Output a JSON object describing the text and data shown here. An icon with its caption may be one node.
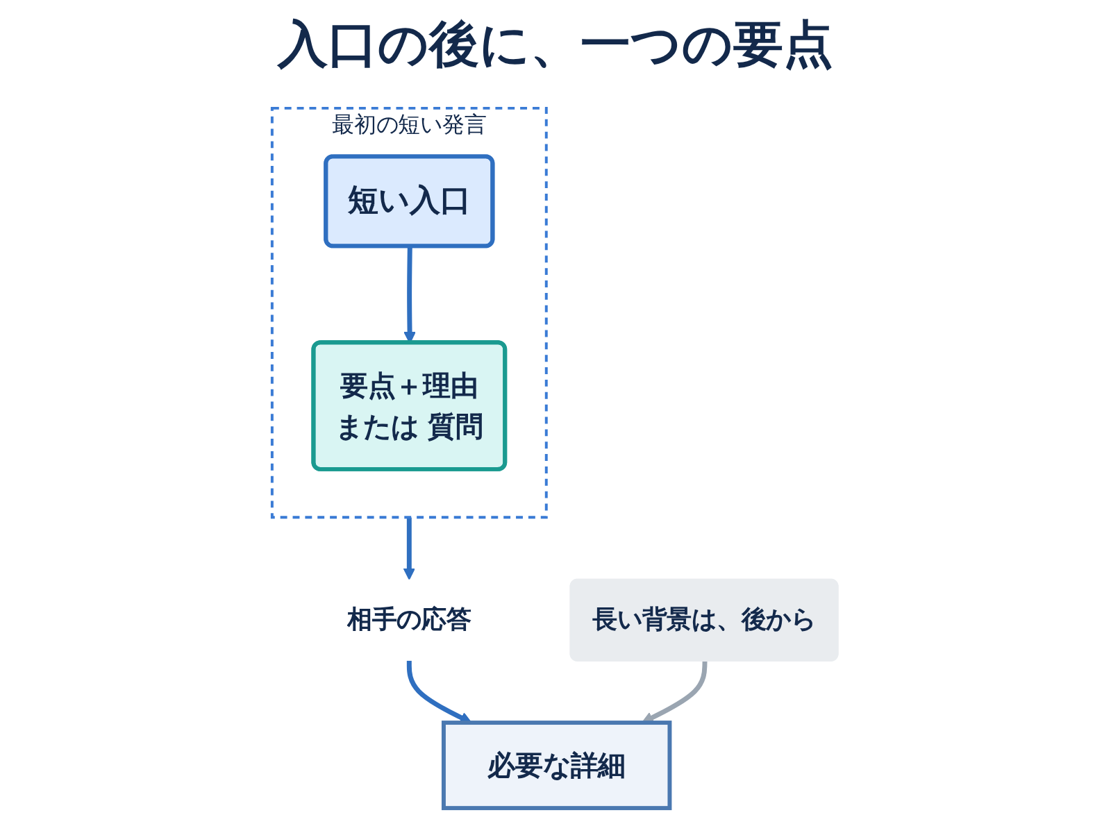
{
  "diagram": {
    "title": "入口の後に、一つの要点",
    "nodes": [
      {
        "text": [
          "最初の短い発言"
        ]
      },
      {
        "text": [
          "短い入口"
        ],
        "in": 0
      },
      {
        "text": [
          "要点＋理由",
          "または 質問"
        ],
        "in": 0
      },
      {
        "text": [
          "相手の応答"
        ]
      },
      {
        "text": [
          "必要な詳細"
        ]
      },
      {
        "text": [
          "長い背景は、後から"
        ]
      }
    ],
    "edges": [
      {
        "from": 1,
        "to": 2,
        "arrow": "to"
      },
      {
        "from": 0,
        "to": 3,
        "arrow": "to"
      },
      {
        "from": 3,
        "to": 4,
        "arrow": "to"
      },
      {
        "from": 5,
        "to": 4,
        "arrow": "to",
        "color": "#9aa5b1"
      }
    ]
  }
}
